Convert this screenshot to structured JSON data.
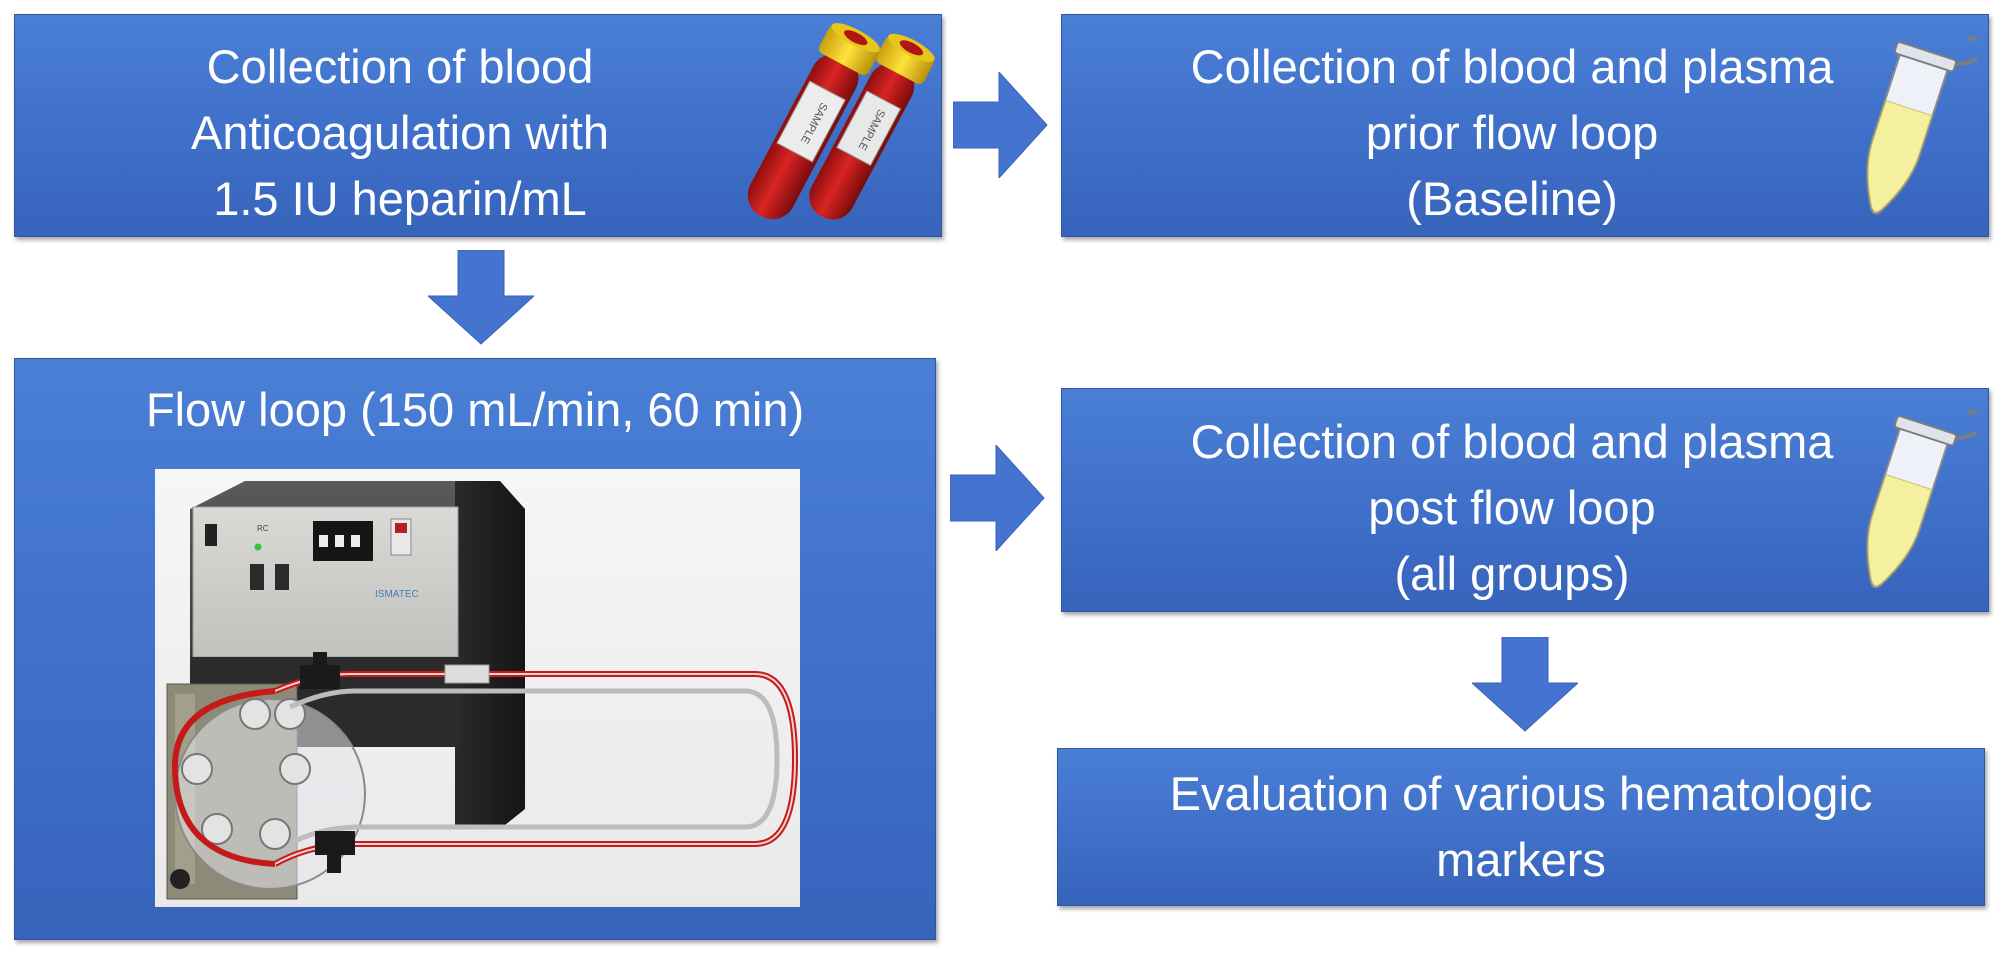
{
  "boxes": {
    "collection": {
      "lines": [
        "Collection of blood",
        "Anticoagulation with",
        "1.5 IU heparin/mL"
      ]
    },
    "baseline": {
      "lines": [
        "Collection of blood and plasma",
        "prior flow loop",
        "(Baseline)"
      ]
    },
    "flow_loop": {
      "title": "Flow loop (150 mL/min, 60 min)"
    },
    "post": {
      "lines": [
        "Collection of blood and plasma",
        "post flow loop",
        "(all groups)"
      ]
    },
    "evaluation": {
      "lines": [
        "Evaluation of various hematologic",
        "markers"
      ]
    }
  },
  "tube_labels": [
    "SAMPLE",
    "SAMPLE"
  ],
  "pump": {
    "brand": "ISMATEC"
  },
  "colors": {
    "box": "#4272cc",
    "arrow": "#4573d0",
    "tube": "#c41a1a",
    "cap": "#f2d21c",
    "plasma": "#f5f0a0"
  },
  "icons": [
    "blood-tube-icon",
    "plasma-tube-icon",
    "peristaltic-pump-icon",
    "arrow-right-icon",
    "arrow-down-icon"
  ]
}
